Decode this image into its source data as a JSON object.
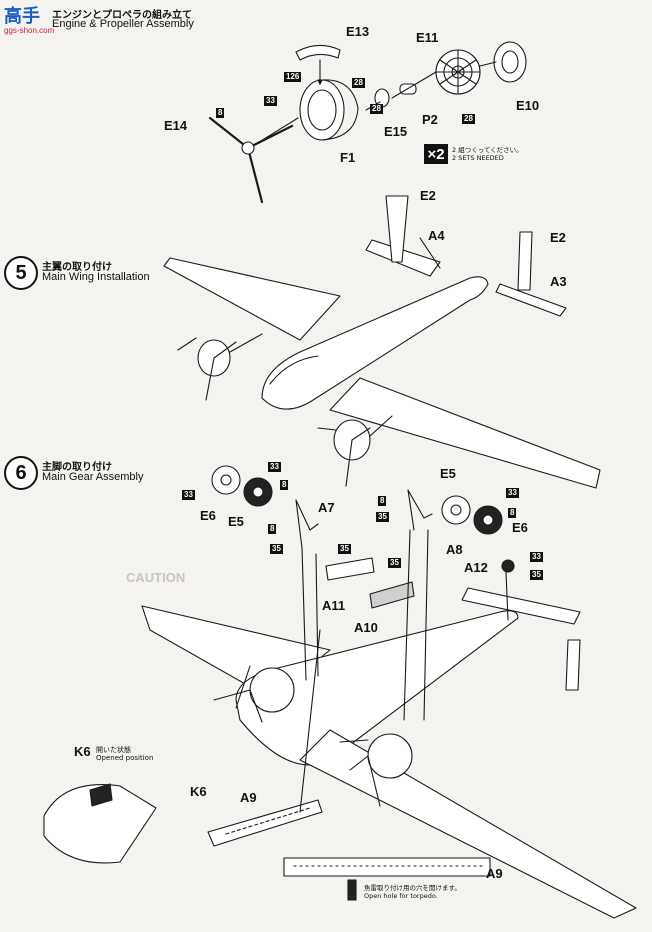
{
  "watermark": {
    "logo_text": "高手",
    "site": "ggs-shon.com"
  },
  "steps": {
    "step4": {
      "title_jp": "エンジンとプロペラの組み立て",
      "title_en": "Engine & Propeller Assembly"
    },
    "step5": {
      "number": "5",
      "title_jp": "主翼の取り付け",
      "title_en": "Main Wing Installation"
    },
    "step6": {
      "number": "6",
      "title_jp": "主脚の取り付け",
      "title_en": "Main Gear Assembly"
    }
  },
  "multiplier": {
    "badge": "×2",
    "note_jp": "2 組つくってください。",
    "note_en": "2 SETS NEEDED"
  },
  "parts": {
    "e13": "E13",
    "e11": "E11",
    "e10": "E10",
    "e14": "E14",
    "e15": "E15",
    "p2": "P2",
    "f1": "F1",
    "e2a": "E2",
    "a4": "A4",
    "e2b": "E2",
    "a3": "A3",
    "e6a": "E6",
    "e5a": "E5",
    "a7": "A7",
    "e5b": "E5",
    "a8": "A8",
    "e6b": "E6",
    "a12": "A12",
    "a11": "A11",
    "a10": "A10",
    "k6a": "K6",
    "k6b": "K6",
    "a9a": "A9",
    "a9b": "A9"
  },
  "color_codes": {
    "c126": "126",
    "c33": "33",
    "c8": "8",
    "c28": "28",
    "c35": "35"
  },
  "notes": {
    "opened_jp": "開いた状態",
    "opened_en": "Opened position",
    "torpedo_jp": "魚雷取り付け用の穴を開けます。",
    "torpedo_en": "Open hole for torpedo."
  },
  "faint_bleed": {
    "caution": "CAUTION"
  }
}
